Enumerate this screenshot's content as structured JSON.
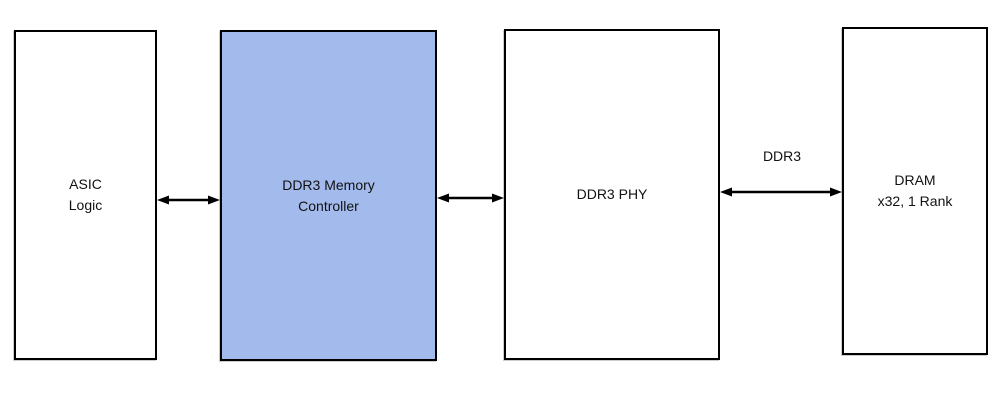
{
  "diagram": {
    "title": "",
    "background_color": "#ffffff",
    "border_color": "#000000",
    "text_color": "#111111",
    "highlight_fill": "#a3baed",
    "blocks": [
      {
        "id": "asic-logic",
        "label_lines": [
          "ASIC",
          "Logic"
        ],
        "fill": "#ffffff"
      },
      {
        "id": "ddr3-memory-controller",
        "label_lines": [
          "DDR3 Memory",
          "Controller"
        ],
        "fill": "#a3baed"
      },
      {
        "id": "ddr3-phy",
        "label_lines": [
          "DDR3 PHY"
        ],
        "fill": "#ffffff"
      },
      {
        "id": "dram",
        "label_lines": [
          "DRAM",
          "x32, 1 Rank"
        ],
        "fill": "#ffffff"
      }
    ],
    "connections": [
      {
        "from": "asic-logic",
        "to": "ddr3-memory-controller",
        "type": "bidirectional-arrow",
        "label": ""
      },
      {
        "from": "ddr3-memory-controller",
        "to": "ddr3-phy",
        "type": "bidirectional-arrow",
        "label": ""
      },
      {
        "from": "ddr3-phy",
        "to": "dram",
        "type": "bidirectional-arrow",
        "label": "DDR3"
      }
    ]
  }
}
